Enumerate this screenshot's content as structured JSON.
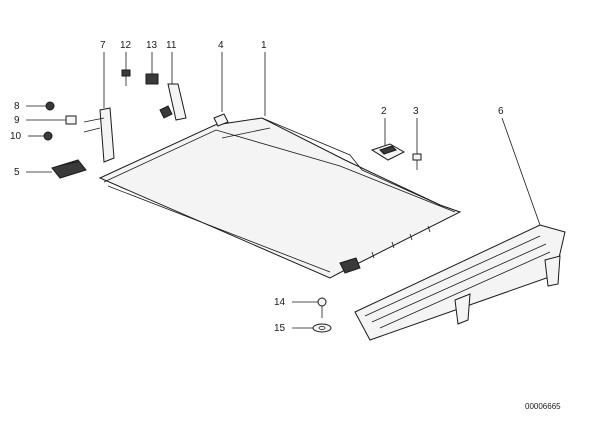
{
  "diagram": {
    "callouts": {
      "c1": "1",
      "c2": "2",
      "c3": "3",
      "c4": "4",
      "c5": "5",
      "c6": "6",
      "c7": "7",
      "c8": "8",
      "c9": "9",
      "c10": "10",
      "c11": "11",
      "c12": "12",
      "c13": "13",
      "c14": "14",
      "c15": "15"
    },
    "document_id": "00006665"
  }
}
